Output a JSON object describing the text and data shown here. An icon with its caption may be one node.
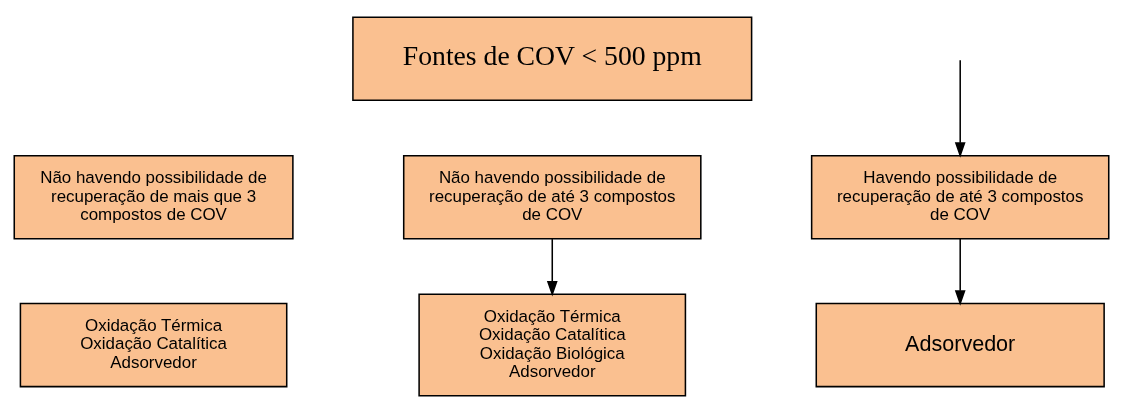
{
  "diagram": {
    "nodes": [
      {
        "text": [
          "Fontes de COV < 500 ppm"
        ]
      },
      {
        "text": [
          "Não havendo possibilidade de recuperação de mais que 3 compostos de COV"
        ]
      },
      {
        "text": [
          "Não havendo possibilidade de recuperação de até 3 compostos de COV"
        ]
      },
      {
        "text": [
          "Havendo possibilidade de recuperação de até 3 compostos de COV"
        ]
      },
      {
        "text": [
          "Oxidação Térmica",
          "Oxidação Catalítica",
          "Adsorvedor"
        ]
      },
      {
        "text": [
          "Oxidação Térmica",
          "Oxidação Catalítica",
          "Oxidação Biológica",
          "Adsorvedor"
        ]
      },
      {
        "text": [
          "Adsorvedor"
        ]
      }
    ],
    "edges": [
      {
        "from": null,
        "to": 3,
        "arrow": "to"
      },
      {
        "from": 2,
        "to": 5,
        "arrow": "to"
      },
      {
        "from": 3,
        "to": 6,
        "arrow": "to"
      }
    ]
  }
}
